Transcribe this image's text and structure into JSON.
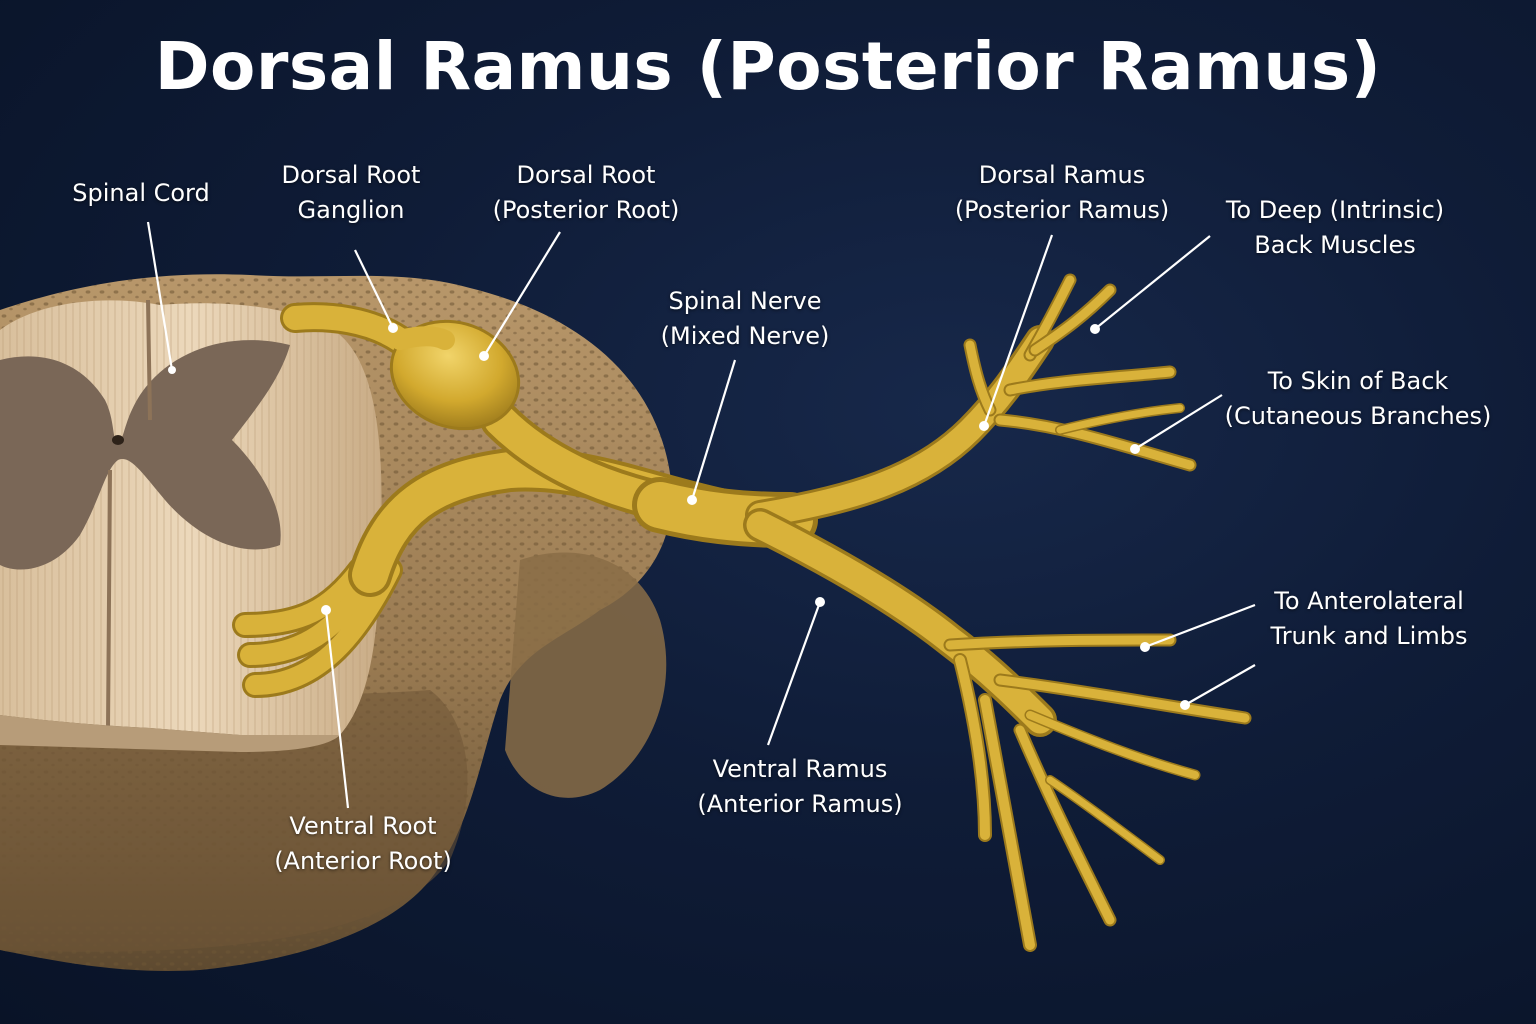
{
  "title": "Dorsal Ramus (Posterior Ramus)",
  "labels": {
    "spinal_cord": [
      "Spinal Cord"
    ],
    "drg": [
      "Dorsal Root",
      "Ganglion"
    ],
    "dorsal_root": [
      "Dorsal Root",
      "(Posterior Root)"
    ],
    "spinal_nerve": [
      "Spinal Nerve",
      "(Mixed Nerve)"
    ],
    "dorsal_ramus": [
      "Dorsal Ramus",
      "(Posterior Ramus)"
    ],
    "deep_muscles": [
      "To Deep (Intrinsic)",
      "Back Muscles"
    ],
    "skin_back": [
      "To Skin of Back",
      "(Cutaneous Branches)"
    ],
    "anterolateral": [
      "To Anterolateral",
      "Trunk and Limbs"
    ],
    "ventral_ramus": [
      "Ventral Ramus",
      "(Anterior Ramus)"
    ],
    "ventral_root": [
      "Ventral Root",
      "(Anterior Root)"
    ]
  },
  "colors": {
    "background": "#0f1c37",
    "nerve": "#d9b23a",
    "nerve_dark": "#9c7a1c",
    "bone": "#a98a5e",
    "cord_white": "#e5cfb0",
    "cord_gray": "#7d6a5a",
    "label": "#ffffff"
  }
}
